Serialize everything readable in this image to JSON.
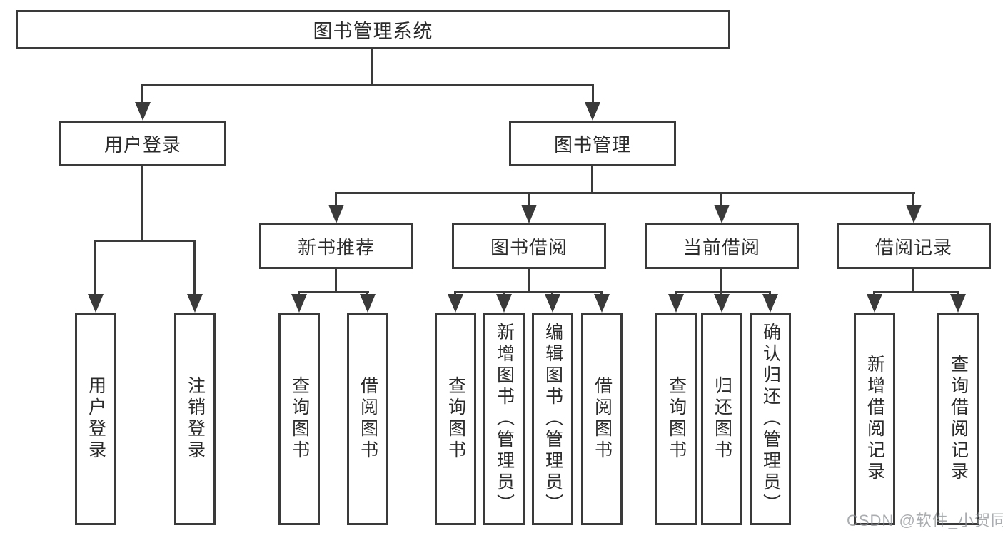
{
  "diagram": {
    "root": {
      "label": "图书管理系统"
    },
    "children": [
      {
        "label": "用户登录",
        "children": [
          "用户登录",
          "注销登录"
        ]
      },
      {
        "label": "图书管理",
        "children": [
          {
            "label": "新书推荐",
            "children": [
              "查询图书",
              "借阅图书"
            ]
          },
          {
            "label": "图书借阅",
            "children": [
              "查询图书",
              "新增图书（管理员）",
              "编辑图书（管理员）",
              "借阅图书"
            ]
          },
          {
            "label": "当前借阅",
            "children": [
              "查询图书",
              "归还图书",
              "确认归还（管理员）"
            ]
          },
          {
            "label": "借阅记录",
            "children": [
              "新增借阅记录",
              "查询借阅记录"
            ]
          }
        ]
      }
    ]
  },
  "watermark": "CSDN @软件_小贺同学",
  "colors": {
    "line": "#3a3a3a",
    "text": "#2b2b2b",
    "background": "#ffffff",
    "watermark": "#9ca1a6"
  }
}
